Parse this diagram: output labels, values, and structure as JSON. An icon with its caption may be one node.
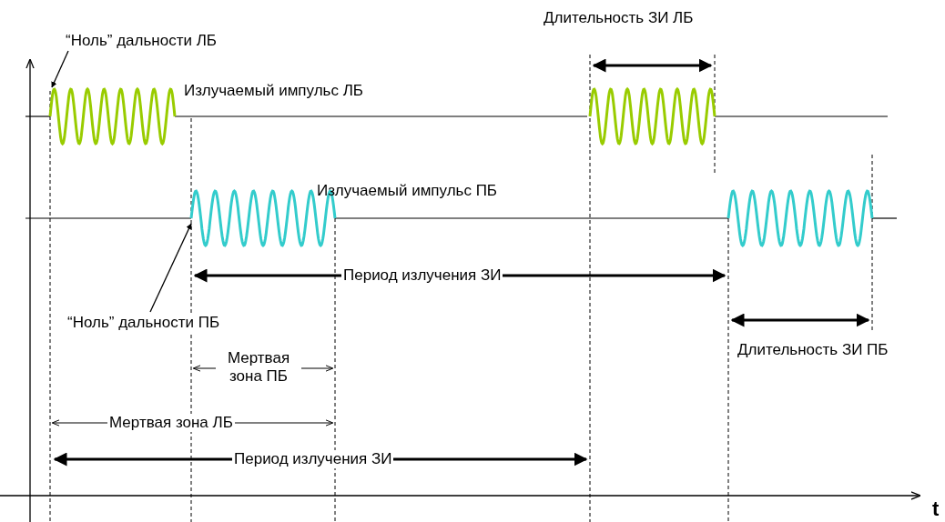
{
  "diagram": {
    "nodes": [
      {
        "text": [
          "“Ноль” дальности ЛБ"
        ]
      },
      {
        "text": [
          "“Ноль” дальности ПБ"
        ]
      },
      {
        "text": [],
        "shape": "wave"
      },
      {
        "text": [],
        "shape": "wave"
      }
    ],
    "edges": [
      {
        "from": 0,
        "to": 2,
        "arrow": "to"
      },
      {
        "from": 1,
        "to": 3,
        "arrow": "to"
      }
    ],
    "labels": [
      "Длительность ЗИ ЛБ",
      "Излучаемый импульс ЛБ",
      "Излучаемый импульс ПБ",
      "Период излучения ЗИ",
      "Длительность ЗИ ПБ",
      "Мертвая зона ПБ",
      "Мертвая зона ЛБ",
      "Период излучения ЗИ",
      "t"
    ]
  }
}
